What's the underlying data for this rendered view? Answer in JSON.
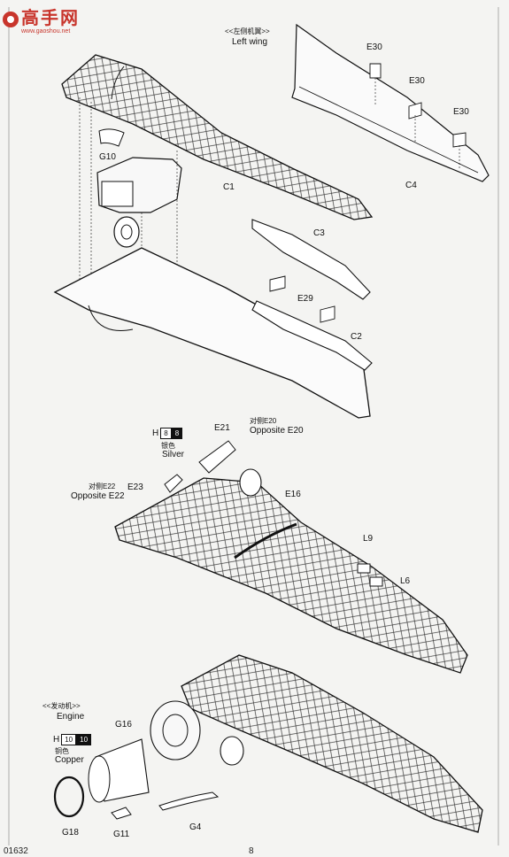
{
  "watermark": {
    "brand": "高手网",
    "site": "www.gaoshou.net"
  },
  "top_section": {
    "title_cn": "<<左侧机翼>>",
    "title_en": "Left wing",
    "parts": {
      "e30_a": "E30",
      "e30_b": "E30",
      "e30_c": "E30",
      "c4": "C4",
      "g10": "G10",
      "c1": "C1",
      "c3": "C3",
      "e29": "E29",
      "c2": "C2"
    }
  },
  "middle_section": {
    "color_h": {
      "prefix": "H",
      "code1": "8",
      "code2": "8",
      "name_cn": "银色",
      "name_en": "Silver"
    },
    "e21": "E21",
    "opposite_e20_cn": "对侧E20",
    "opposite_e20_en": "Opposite E20",
    "opposite_e22_cn": "对侧E22",
    "opposite_e22_en": "Opposite E22",
    "e23": "E23",
    "e16": "E16",
    "l9": "L9",
    "l6": "L6"
  },
  "engine_section": {
    "title_cn": "<<发动机>>",
    "title_en": "Engine",
    "color_h": {
      "prefix": "H",
      "code1": "10",
      "code2": "10",
      "name_cn": "铜色",
      "name_en": "Copper"
    },
    "g16": "G16",
    "g18": "G18",
    "g11": "G11",
    "g4": "G4"
  },
  "footer": {
    "code": "01632",
    "page": "8"
  }
}
